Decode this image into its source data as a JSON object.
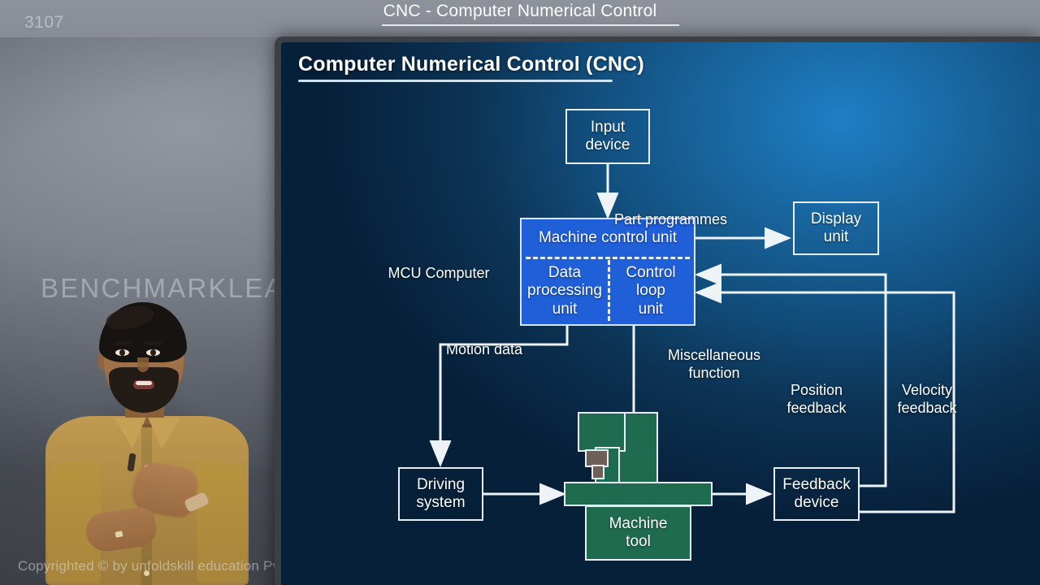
{
  "header": {
    "slide_number": "3107",
    "title": "CNC - Computer Numerical Control"
  },
  "watermarks": {
    "brand": "BENCHMARKLEARN",
    "copyright": "Copyrighted © by unfoldskill education Pvt .Ltd."
  },
  "slide": {
    "title": "Computer Numerical Control (CNC)"
  },
  "diagram": {
    "nodes": {
      "input_device": "Input\ndevice",
      "display_unit": "Display\nunit",
      "mcu_title": "Machine control unit",
      "data_processing_unit": "Data\nprocessing\nunit",
      "control_loop_unit": "Control\nloop\nunit",
      "driving_system": "Driving\nsystem",
      "machine_tool": "Machine\ntool",
      "feedback_device": "Feedback\ndevice"
    },
    "labels": {
      "mcu_computer": "MCU Computer",
      "part_programmes": "Part programmes",
      "motion_data": "Motion data",
      "miscellaneous_function": "Miscellaneous\nfunction",
      "position_feedback": "Position\nfeedback",
      "velocity_feedback": "Velocity\nfeedback"
    }
  },
  "colors": {
    "mcu_blue": "#1f5fd8",
    "machine_green": "#1f6b4f",
    "spindle_brown": "#6e6057",
    "stroke_white": "#e8eef5",
    "slide_bg_deep": "#07203a",
    "slide_bg_light": "#1f7ec4"
  }
}
